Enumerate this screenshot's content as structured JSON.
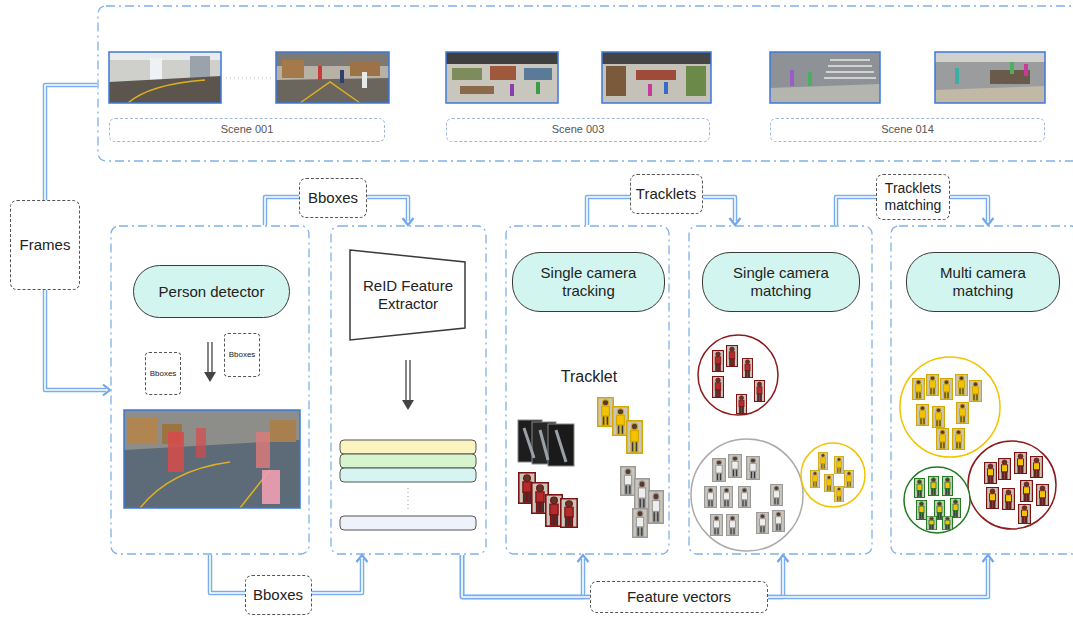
{
  "diagram": {
    "nodes": [
      {
        "text": [
          "Scene 001",
          "Scene 003",
          "Scene 014"
        ]
      },
      {
        "text": [
          "Person detector"
        ]
      },
      {
        "text": [
          "ReID Feature Extractor"
        ]
      },
      {
        "text": [
          "Single camera tracking",
          "Tracklet"
        ]
      },
      {
        "text": [
          "Single camera matching"
        ]
      },
      {
        "text": [
          "Multi camera matching"
        ]
      }
    ],
    "edges": [
      {
        "from": 0,
        "to": 1,
        "label": "Frames",
        "arrow": "to"
      },
      {
        "from": 1,
        "to": 2,
        "label": "Bboxes",
        "arrow": "to"
      },
      {
        "from": 1,
        "to": 2,
        "label": "Bboxes",
        "arrow": "to"
      },
      {
        "from": 3,
        "to": 4,
        "label": "Tracklets",
        "arrow": "to"
      },
      {
        "from": 4,
        "to": 5,
        "label": "Tracklets matching",
        "arrow": "to"
      },
      {
        "from": 2,
        "to": 3,
        "arrow": "to"
      },
      {
        "from": 2,
        "to": 4,
        "label": "Feature vectors",
        "arrow": "to"
      },
      {
        "from": 2,
        "to": 5,
        "arrow": "to"
      }
    ],
    "labels": [
      "Bboxes",
      "Bboxes"
    ]
  }
}
